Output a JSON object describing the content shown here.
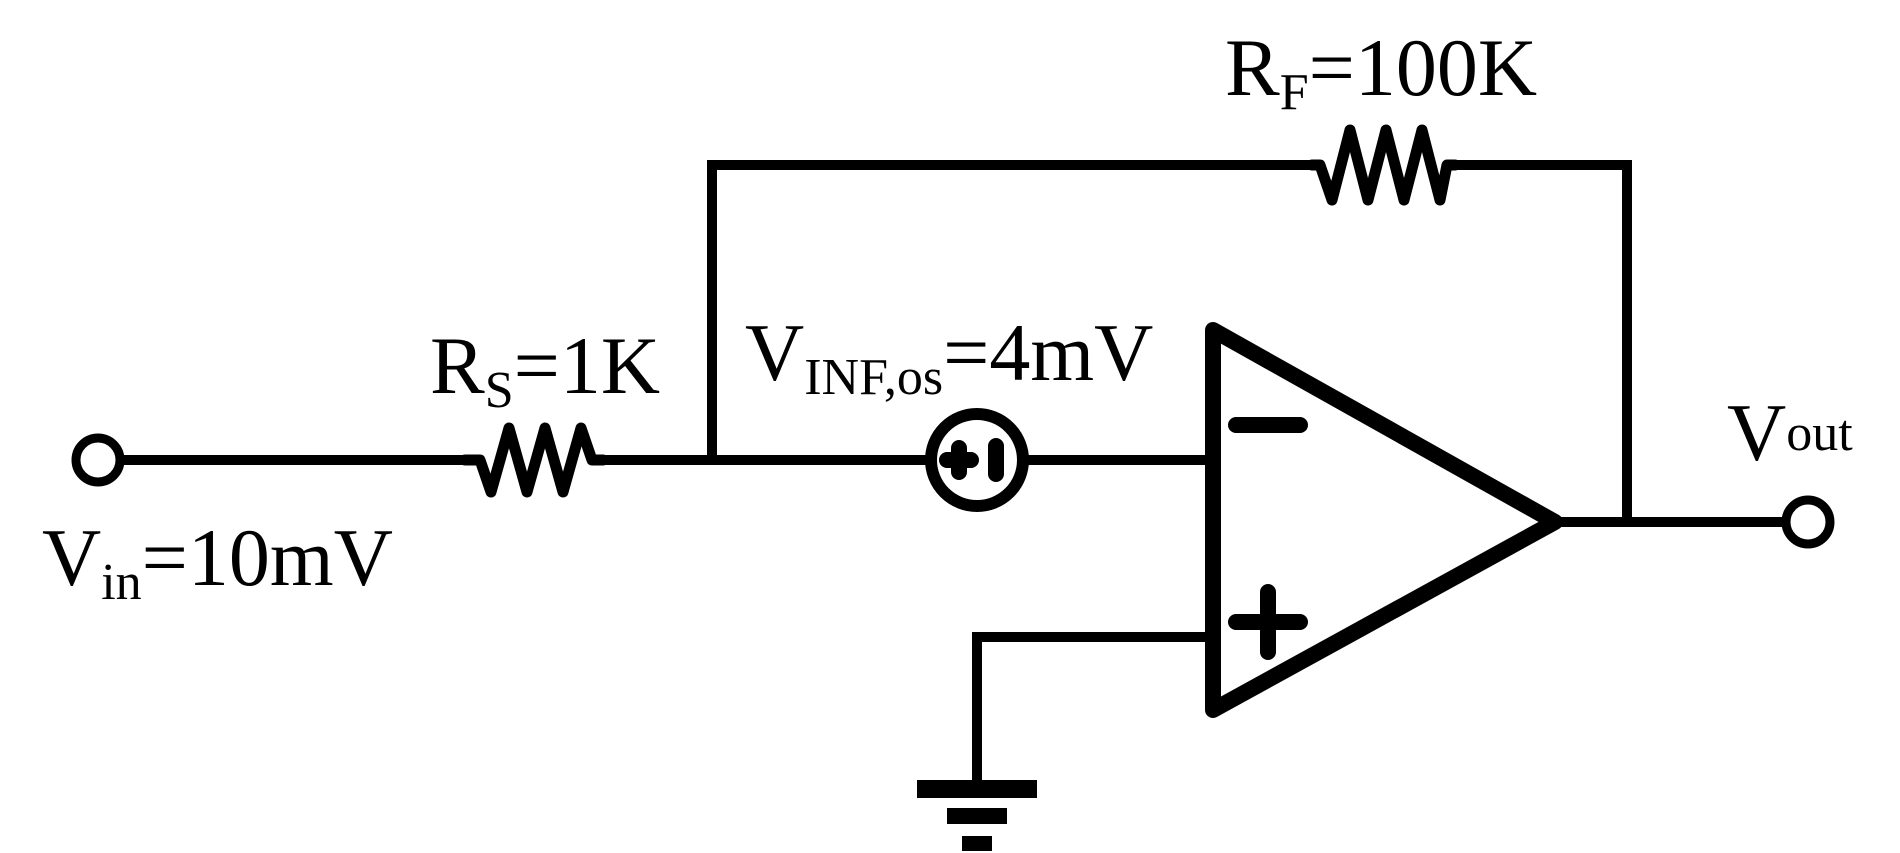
{
  "diagram": {
    "rs_label": {
      "main": "R",
      "sub": "S",
      "rest": "=1K"
    },
    "rf_label": {
      "main": "R",
      "sub": "F",
      "rest": "=100K"
    },
    "vos_label": {
      "main": "V",
      "sub": "INF,os",
      "rest": "=4mV"
    },
    "vin_label": {
      "main": "V",
      "sub": "in",
      "rest": "=10mV"
    },
    "vout_label": {
      "main": "V",
      "sub": "out",
      "rest": ""
    },
    "source_polarity": {
      "plus": "+",
      "minus": "−"
    },
    "opamp_inputs": {
      "inverting": "−",
      "noninverting": "+"
    },
    "colors": {
      "line": "#000000",
      "background": "#ffffff"
    }
  }
}
